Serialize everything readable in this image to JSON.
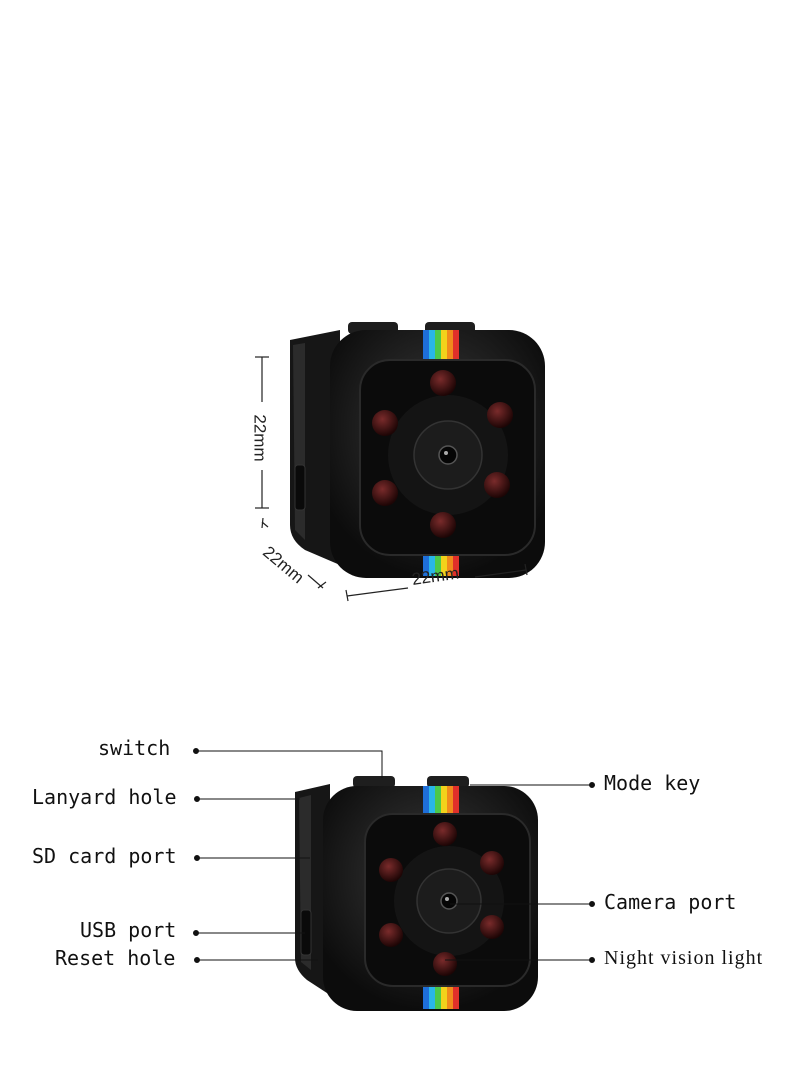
{
  "dimensions": {
    "height": "22mm",
    "depth": "22mm",
    "width": "22mm"
  },
  "callouts": {
    "switch": "switch",
    "lanyard_hole": "Lanyard hole",
    "sd_card_port": "SD card port",
    "usb_port": "USB port",
    "reset_hole": "Reset hole",
    "mode_key": "Mode key",
    "camera_port": "Camera port",
    "night_vision_light": "Night vision light"
  },
  "colors": {
    "body": "#1a1a1a",
    "face": "#0f0f0f",
    "ir_led": "#3a0c0c",
    "stripe": [
      "#1e6fd9",
      "#29b6e8",
      "#4cc84a",
      "#f2d21b",
      "#f08a1c",
      "#e0302a"
    ]
  }
}
